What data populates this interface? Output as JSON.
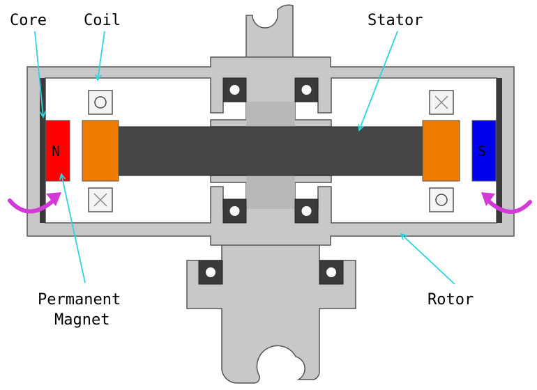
{
  "labels": {
    "core": "Core",
    "coil": "Coil",
    "stator": "Stator",
    "permanent_magnet_line1": "Permanent",
    "permanent_magnet_line2": "Magnet",
    "rotor": "Rotor",
    "north_pole": "N",
    "south_pole": "S"
  },
  "colors": {
    "housing": "#c8c8c8",
    "stator_core": "#464646",
    "coil_winding": "#ef7b00",
    "north_magnet": "#ff0000",
    "south_magnet": "#0000f0",
    "rotation_arrow": "#d23ad8",
    "pointer_line": "#2fd3e0",
    "bearing": "#3a3a3a"
  },
  "icons": {
    "coil_current_out": "circle-dot-icon",
    "coil_current_in": "cross-icon",
    "rotation": "curved-arrow-icon"
  }
}
